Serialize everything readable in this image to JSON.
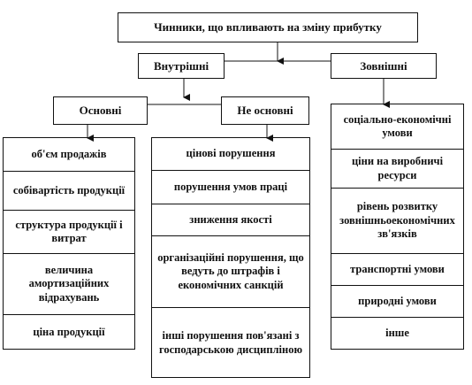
{
  "title": "Чинники, що впливають на зміну прибутку",
  "internal": "Внутрішні",
  "external": "Зовнішні",
  "main": "Основні",
  "not_main": "Не основні",
  "main_items": [
    "об'єм продажів",
    "собівартість продукції",
    "структура продукції і витрат",
    "величина амортизаційних відрахувань",
    "ціна продукції"
  ],
  "not_main_items": [
    "цінові порушення",
    "порушення умов праці",
    "зниження якості",
    "організаційні порушення, що ведуть до штрафів і економічних санкцій",
    "інші порушення пов'язані з господарською дисципліною"
  ],
  "external_items": [
    "соціально-економічні умови",
    "ціни на виробничі ресурси",
    "рівень розвитку зовнішньоекономічних зв'язків",
    "транспортні умови",
    "природні умови",
    "інше"
  ]
}
